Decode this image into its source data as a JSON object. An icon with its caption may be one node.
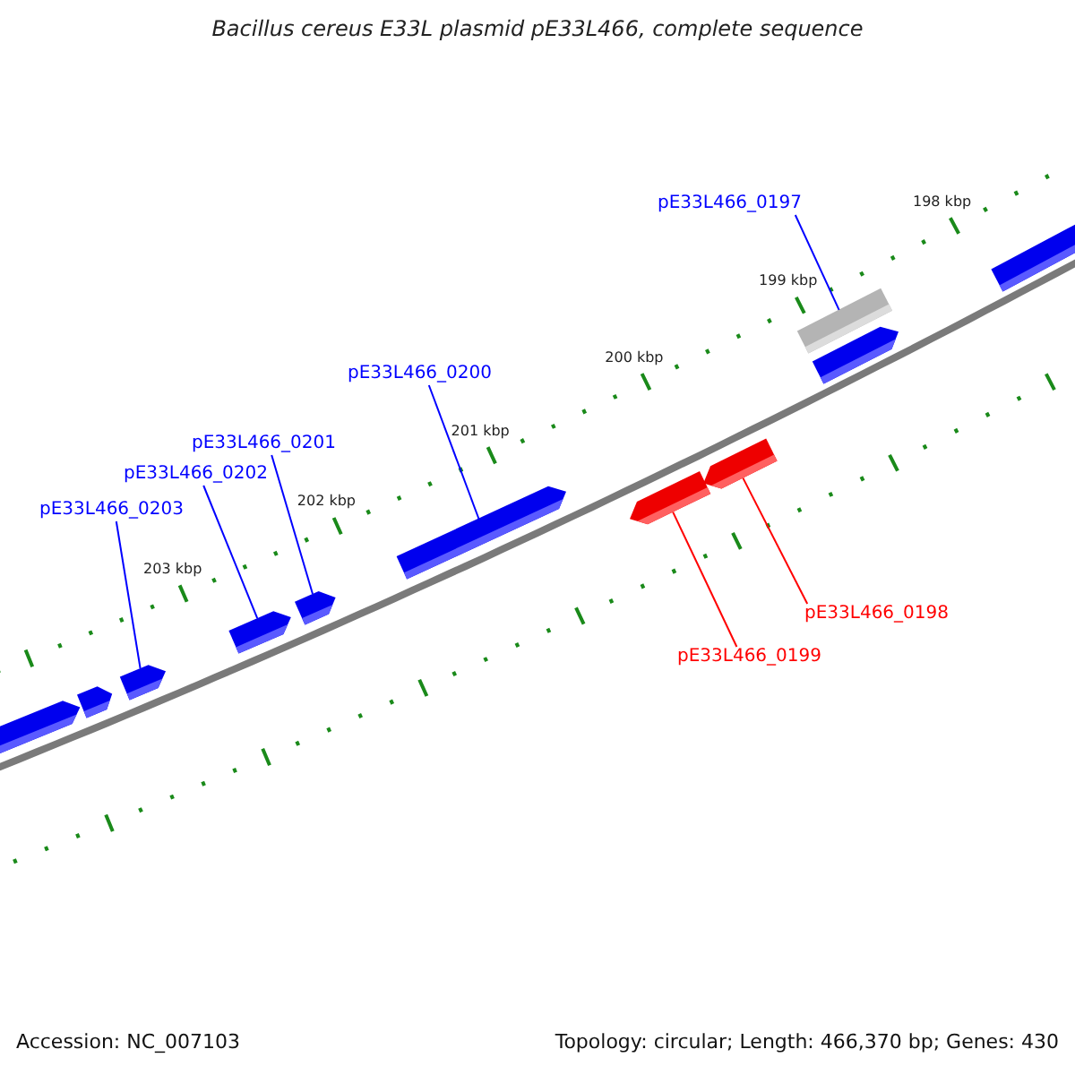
{
  "diagram": {
    "title": "Bacillus cereus E33L plasmid pE33L466, complete sequence",
    "nodes": [
      {
        "text": [
          "pE33L466_0197"
        ]
      },
      {
        "text": [
          "pE33L466_0200"
        ]
      },
      {
        "text": [
          "pE33L466_0201"
        ]
      },
      {
        "text": [
          "pE33L466_0202"
        ]
      },
      {
        "text": [
          "pE33L466_0203"
        ]
      },
      {
        "text": [
          "pE33L466_0198"
        ]
      },
      {
        "text": [
          "pE33L466_0199"
        ]
      },
      {
        "text": [],
        "shape": "bar"
      },
      {
        "text": [],
        "shape": "bar"
      },
      {
        "text": [],
        "shape": "bar"
      },
      {
        "text": [],
        "shape": "bar"
      },
      {
        "text": [],
        "shape": "bar"
      },
      {
        "text": [],
        "shape": "bar"
      },
      {
        "text": [],
        "shape": "bar"
      },
      {
        "text": [],
        "shape": "bar"
      },
      {
        "text": [],
        "shape": "bar"
      },
      {
        "text": [],
        "shape": "bar"
      },
      {
        "text": [],
        "shape": "bar"
      }
    ],
    "edges": [
      {
        "from": 0,
        "to": 15,
        "arrow": "none"
      },
      {
        "from": 1,
        "to": 12,
        "arrow": "none"
      },
      {
        "from": 2,
        "to": 11,
        "arrow": "none"
      },
      {
        "from": 3,
        "to": 10,
        "arrow": "none"
      },
      {
        "from": 4,
        "to": 9,
        "arrow": "none"
      },
      {
        "from": 5,
        "to": 14,
        "arrow": "none",
        "color": "#ff0000"
      },
      {
        "from": 6,
        "to": 13,
        "arrow": "none",
        "color": "#ff0000"
      }
    ],
    "labels": [
      "198 kbp",
      "199 kbp",
      "200 kbp",
      "201 kbp",
      "202 kbp",
      "203 kbp",
      "Accession: NC_007103",
      "Topology: circular; Length: 466,370 bp; Genes: 430"
    ]
  }
}
